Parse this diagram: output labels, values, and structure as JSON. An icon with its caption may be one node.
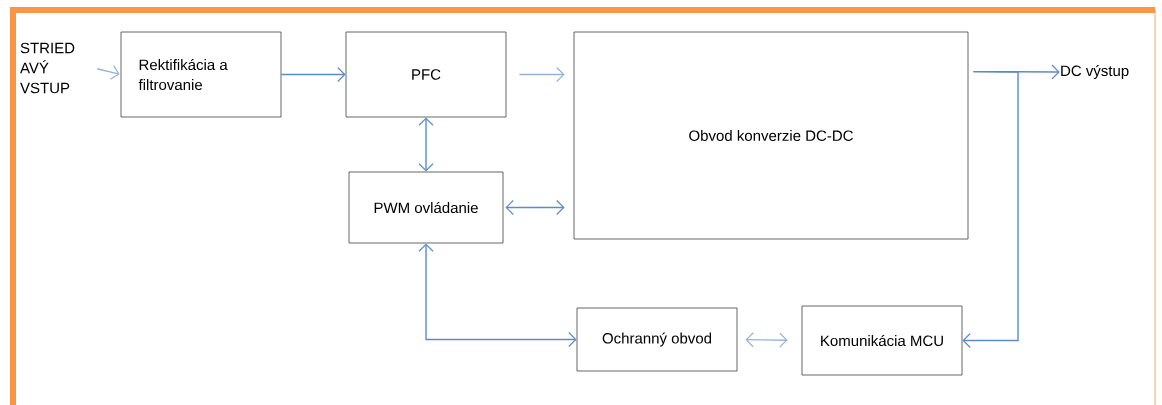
{
  "diagram": {
    "nodes": [
      {
        "text": [
          "STRIED AVÝ VSTUP"
        ]
      },
      {
        "text": [
          "Rektifikácia a filtrovanie"
        ]
      },
      {
        "text": [
          "PFC"
        ]
      },
      {
        "text": [
          "PWM ovládanie"
        ]
      },
      {
        "text": [
          "Obvod konverzie DC-DC"
        ]
      },
      {
        "text": [
          "DC výstup"
        ]
      },
      {
        "text": [
          "Ochranný obvod"
        ]
      },
      {
        "text": [
          "Komunikácia MCU"
        ]
      }
    ],
    "edges": [
      {
        "from": 0,
        "to": 1,
        "arrow": "to",
        "color": "#95b3d7"
      },
      {
        "from": 1,
        "to": 2,
        "arrow": "to"
      },
      {
        "from": 2,
        "to": 4,
        "arrow": "to",
        "color": "#95b3d7"
      },
      {
        "from": 2,
        "to": 3,
        "arrow": "both"
      },
      {
        "from": 3,
        "to": 4,
        "arrow": "both"
      },
      {
        "from": 4,
        "to": 5,
        "arrow": "to"
      },
      {
        "from": 4,
        "to": 7,
        "arrow": "to"
      },
      {
        "from": 3,
        "to": 6,
        "arrow": "both"
      },
      {
        "from": 6,
        "to": 7,
        "arrow": "both",
        "color": "#95b3d7"
      }
    ]
  }
}
